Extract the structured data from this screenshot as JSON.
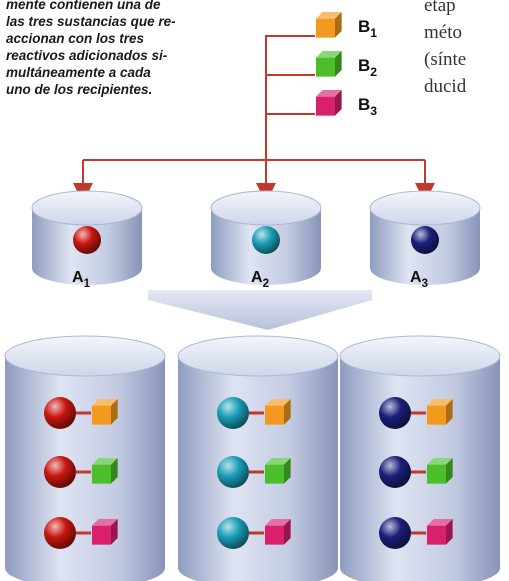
{
  "caption": {
    "lines": [
      "mente contienen una de",
      "las tres sustancias que re-",
      "accionan con los tres",
      "reactivos adicionados si-",
      "multáneamente a cada",
      "uno de los recipientes."
    ]
  },
  "side_text": {
    "lines": [
      "etap",
      "méto",
      "(sínte",
      "ducid"
    ]
  },
  "reagents": [
    {
      "label": "B",
      "sub": "1",
      "color": "#f39a1e"
    },
    {
      "label": "B",
      "sub": "2",
      "color": "#4bbf2a"
    },
    {
      "label": "B",
      "sub": "3",
      "color": "#d8206e"
    }
  ],
  "substances": [
    {
      "label": "A",
      "sub": "1",
      "color": "#c8170f"
    },
    {
      "label": "A",
      "sub": "2",
      "color": "#1a9fb8"
    },
    {
      "label": "A",
      "sub": "3",
      "color": "#1c1f7a"
    }
  ],
  "colors": {
    "container": "#c9d1e4",
    "container_top": "#e7ebf5",
    "arrow_line": "#c0392b",
    "bond": "#c0392b",
    "big_arrow": "#c4cde3"
  }
}
